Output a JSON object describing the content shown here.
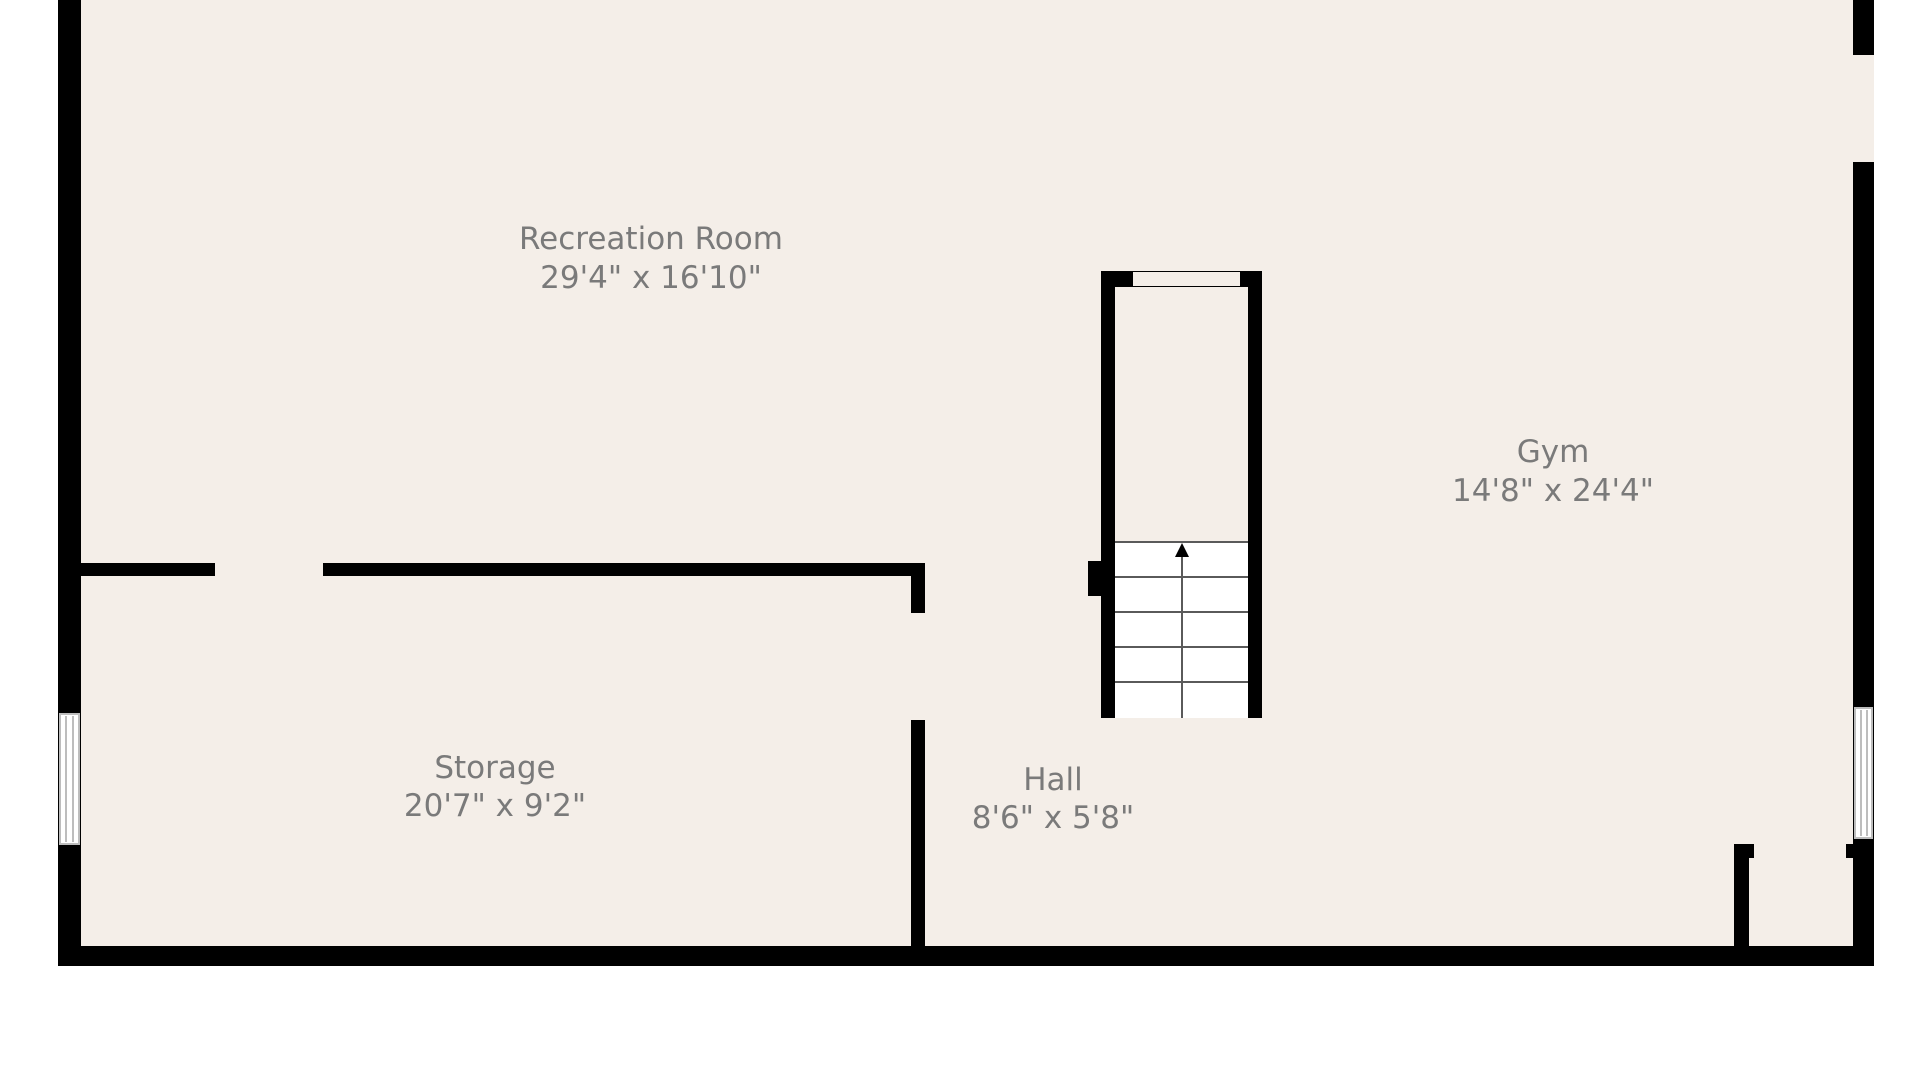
{
  "colors": {
    "background": "#ffffff",
    "floor": "#f4eee8",
    "wall": "#000000",
    "label": "#7a7a7a"
  },
  "rooms": {
    "recreation": {
      "name": "Recreation Room",
      "dims": "29'4\" x 16'10\""
    },
    "gym": {
      "name": "Gym",
      "dims": "14'8\" x 24'4\""
    },
    "storage": {
      "name": "Storage",
      "dims": "20'7\" x 9'2\""
    },
    "hall": {
      "name": "Hall",
      "dims": "8'6\" x 5'8\""
    }
  },
  "stairs": {
    "direction": "up",
    "icon": "arrow-up-icon"
  }
}
